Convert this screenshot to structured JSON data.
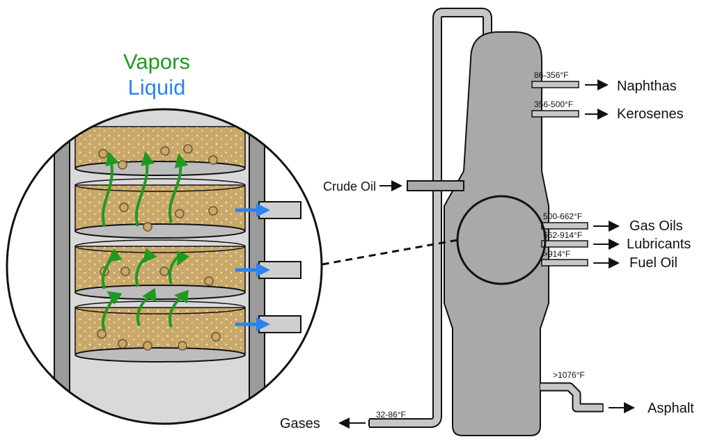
{
  "legend": {
    "vapors": "Vapors",
    "liquid": "Liquid",
    "vapors_color": "#1f9a1f",
    "liquid_color": "#2a84f0"
  },
  "feed": {
    "label": "Crude Oil"
  },
  "outputs": [
    {
      "temp": "86-356°F",
      "product": "Naphthas"
    },
    {
      "temp": "356-500°F",
      "product": "Kerosenes"
    },
    {
      "temp": "500-662°F",
      "product": "Gas Oils"
    },
    {
      "temp": "662-914°F",
      "product": "Lubricants"
    },
    {
      "temp": ">914°F",
      "product": "Fuel Oil"
    },
    {
      "temp": ">1076°F",
      "product": "Asphalt"
    },
    {
      "temp": "32-86°F",
      "product": "Gases"
    }
  ],
  "colors": {
    "column": "#a9a9a9",
    "pipe": "#c7c7c7",
    "tray_liquid": "#c9a86a",
    "outline": "#111111"
  }
}
